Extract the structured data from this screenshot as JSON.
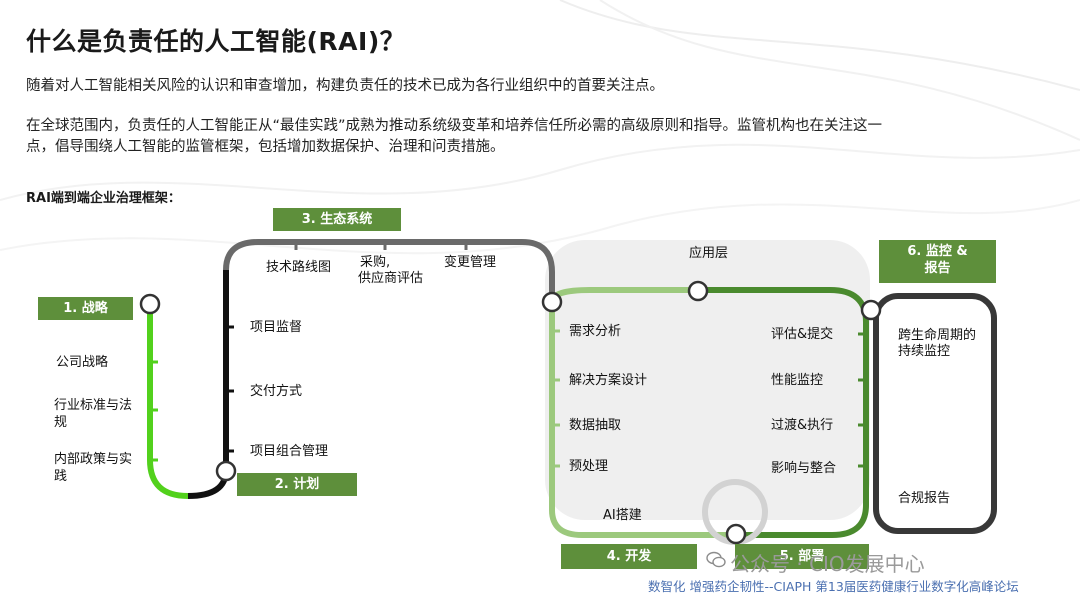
{
  "title": "什么是负责任的人工智能(RAI)？",
  "paragraphs": [
    "随着对人工智能相关风险的认识和审查增加，构建负责任的技术已成为各行业组织中的首要关注点。",
    "在全球范围内，负责任的人工智能正从“最佳实践”成熟为推动系统级变革和培养信任所必需的高级原则和指导。监管机构也在关注这一",
    "点，倡导围绕人工智能的监管框架，包括增加数据保护、治理和问责措施。"
  ],
  "framework_title": "RAI端到端企业治理框架：",
  "stages": {
    "strategy": {
      "tag": "1. 战略",
      "items": [
        "公司战略",
        "行业标准与法规",
        "内部政策与实践"
      ]
    },
    "plan": {
      "tag": "2. 计划",
      "items": [
        "项目监督",
        "交付方式",
        "项目组合管理"
      ]
    },
    "ecosystem": {
      "tag": "3. 生态系统",
      "items": [
        "技术路线图",
        "采购,",
        "供应商评估",
        "变更管理"
      ]
    },
    "develop": {
      "tag": "4. 开发",
      "items": [
        "需求分析",
        "解决方案设计",
        "数据抽取",
        "预处理",
        "AI搭建"
      ]
    },
    "deploy": {
      "tag": "5. 部署",
      "items": [
        "评估&提交",
        "性能监控",
        "过渡&执行",
        "影响与整合"
      ]
    },
    "monitor": {
      "tag_line1": "6. 监控 &",
      "tag_line2": "报告",
      "items": [
        "跨生命周期的",
        "持续监控",
        "合规报告"
      ]
    }
  },
  "app_layer": "应用层",
  "watermark": {
    "account": "公众号 · CIO发展中心",
    "footer": "数智化 增强药企韧性--CIAPH 第13届医药健康行业数字化高峰论坛"
  },
  "colors": {
    "tag_green": "#5e8f3b",
    "line_bright_green": "#52d11c",
    "line_black": "#111111",
    "line_grey": "#6a6a6a",
    "line_light_green": "#9cc97d",
    "line_dark_green": "#4a8a2e",
    "app_layer_bg": "#efefef"
  }
}
